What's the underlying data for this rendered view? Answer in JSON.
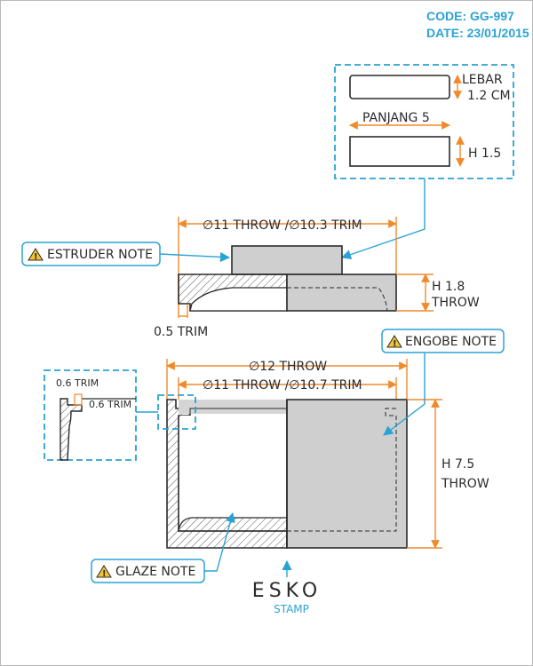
{
  "header": {
    "code": "CODE: GG-997",
    "date": "DATE: 23/01/2015"
  },
  "detail_top": {
    "lebar_label": "LEBAR",
    "lebar_value": "1.2 CM",
    "panjang_label": "PANJANG 5",
    "height_label": "H 1.5"
  },
  "lid": {
    "diameter_label": "∅11 THROW /∅10.3 TRIM",
    "height_line1": "H 1.8",
    "height_line2": "THROW",
    "trim_label": "0.5 TRIM"
  },
  "body": {
    "outer_diameter_label": "∅12 THROW",
    "inner_diameter_label": "∅11 THROW /∅10.7 TRIM",
    "height_line1": "H 7.5",
    "height_line2": "THROW"
  },
  "detail_side": {
    "trim_top": "0.6 TRIM",
    "trim_side": "0.6 TRIM"
  },
  "notes": {
    "estruder": "ESTRUDER NOTE",
    "engobe": "ENGOBE NOTE",
    "glaze": "GLAZE NOTE"
  },
  "footer": {
    "brand": "ESKO",
    "stamp": "STAMP"
  },
  "colors": {
    "accent_blue": "#2aa3d4",
    "dimension_orange": "#f08a2b",
    "section_grey": "#cfcfcf",
    "warning_yellow": "#f2c230"
  },
  "icons": {
    "note_icon": "warning-triangle-icon"
  }
}
